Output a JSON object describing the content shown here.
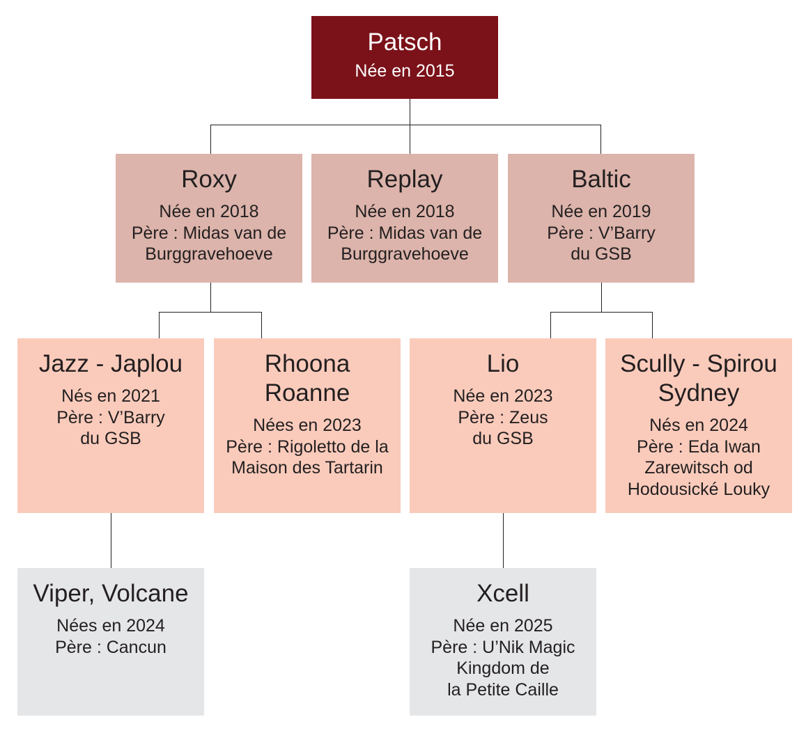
{
  "diagram": {
    "type": "family-tree",
    "colors": {
      "root": "#7b1119",
      "generation_1": "#dcb4ab",
      "generation_2": "#facbbb",
      "generation_3": "#e5e6e8",
      "connector": "#231f20"
    },
    "root": {
      "name": "Patsch",
      "details": "Née en 2015"
    },
    "generation_1": [
      {
        "name": "Roxy",
        "details": "Née en 2018\nPère : Midas van de\nBurggravehoeve"
      },
      {
        "name": "Replay",
        "details": "Née en 2018\nPère : Midas van de\nBurggravehoeve"
      },
      {
        "name": "Baltic",
        "details": "Née en 2019\nPère : V’Barry\ndu GSB"
      }
    ],
    "generation_2": [
      {
        "parent": "Roxy",
        "name": "Jazz - Japlou",
        "details": "Nés en 2021\nPère : V’Barry\ndu GSB"
      },
      {
        "parent": "Roxy",
        "name": "Rhoona\nRoanne",
        "details": "Nées en 2023\nPère : Rigoletto de la\nMaison des Tartarin"
      },
      {
        "parent": "Baltic",
        "name": "Lio",
        "details": "Née en 2023\nPère : Zeus\ndu GSB"
      },
      {
        "parent": "Baltic",
        "name": "Scully - Spirou\nSydney",
        "details": "Nés en 2024\nPère : Eda Iwan\nZarewitsch od\nHodousické Louky"
      }
    ],
    "generation_3": [
      {
        "parent": "Jazz - Japlou",
        "name": "Viper, Volcane",
        "details": "Nées en 2024\nPère : Cancun"
      },
      {
        "parent": "Lio",
        "name": "Xcell",
        "details": "Née en 2025\nPère : U’Nik Magic\nKingdom de\nla Petite Caille"
      }
    ]
  }
}
